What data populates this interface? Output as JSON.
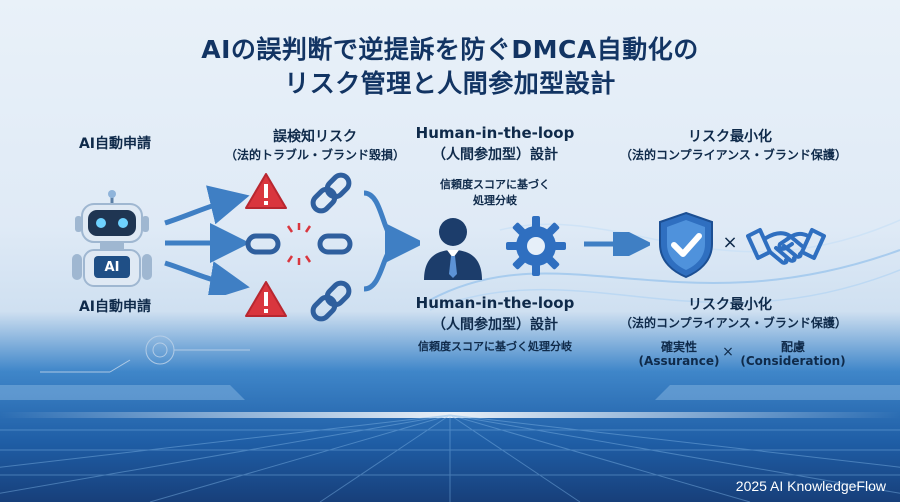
{
  "title": {
    "line1": "AIの誤判断で逆提訴を防ぐDMCA自動化の",
    "line2": "リスク管理と人間参加型設計"
  },
  "ai": {
    "label_top": "AI自動申請",
    "badge": "AI",
    "label_bottom": "AI自動申請"
  },
  "risk": {
    "title": "誤検知リスク",
    "sub": "（法的トラブル・ブランド毀損）"
  },
  "hitl": {
    "title1": "Human-in-the-loop",
    "sub1": "（人間参加型）設計",
    "note1_line1": "信頼度スコアに基づく",
    "note1_line2": "処理分岐",
    "title2": "Human-in-the-loop",
    "sub2": "（人間参加型）設計",
    "note2": "信頼度スコアに基づく処理分岐"
  },
  "min": {
    "title1": "リスク最小化",
    "sub1": "（法的コンプライアンス・ブランド保護）",
    "times": "×",
    "title2": "リスク最小化",
    "sub2": "（法的コンプライアンス・ブランド保護）",
    "assurance_jp": "確実性",
    "assurance_en": "(Assurance)",
    "times2": "×",
    "consideration_jp": "配慮",
    "consideration_en": "(Consideration)"
  },
  "footer": "2025 AI KnowledgeFlow",
  "colors": {
    "accent": "#2f6fc0",
    "navy": "#123463",
    "warning": "#d9363e"
  },
  "icons": [
    "robot-icon",
    "warning-icon",
    "broken-chain-icon",
    "chain-icon",
    "person-icon",
    "gear-icon",
    "shield-check-icon",
    "handshake-icon"
  ]
}
